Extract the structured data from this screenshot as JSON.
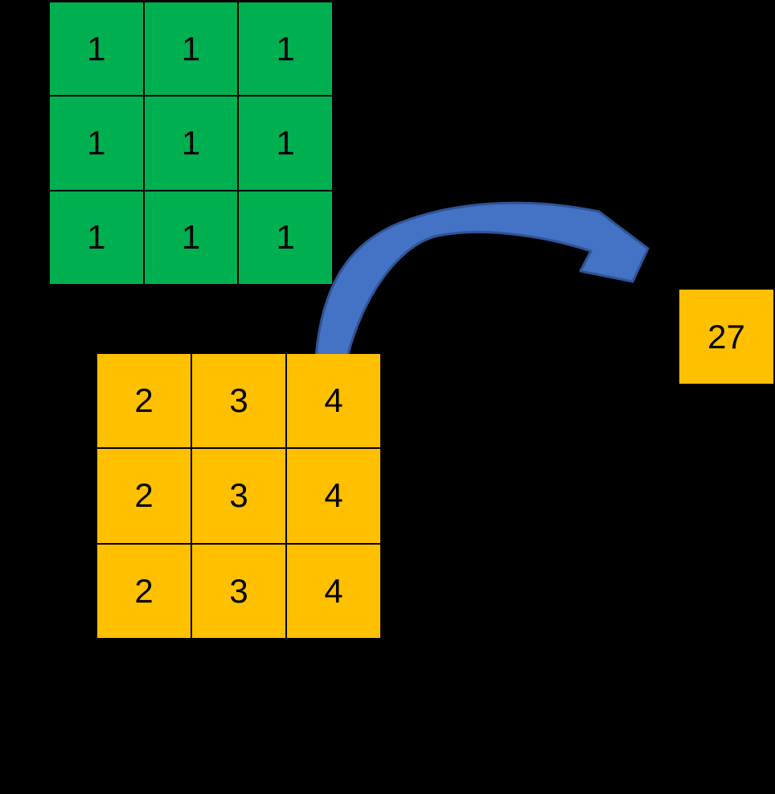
{
  "colors": {
    "background": "#000000",
    "kernel_fill": "#00B050",
    "matrix_fill": "#FFC000",
    "arrow_fill": "#4472C4",
    "arrow_border": "#2F5496",
    "cell_text": "#000000"
  },
  "kernel_grid": {
    "rows": [
      [
        "1",
        "1",
        "1"
      ],
      [
        "1",
        "1",
        "1"
      ],
      [
        "1",
        "1",
        "1"
      ]
    ]
  },
  "value_grid": {
    "rows": [
      [
        "2",
        "3",
        "4"
      ],
      [
        "2",
        "3",
        "4"
      ],
      [
        "2",
        "3",
        "4"
      ]
    ]
  },
  "result": {
    "value": "27"
  }
}
